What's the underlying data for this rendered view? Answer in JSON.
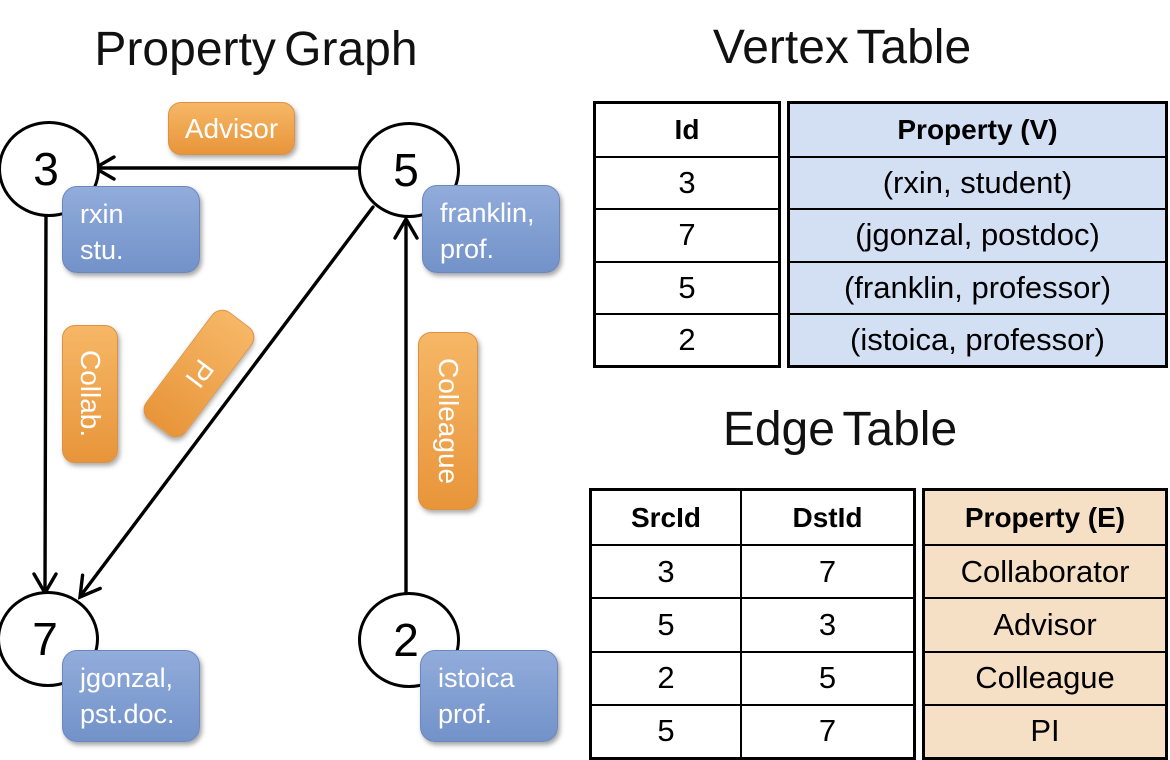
{
  "titles": {
    "graph": "Property Graph",
    "vertex_table": "Vertex Table",
    "edge_table": "Edge Table"
  },
  "graph": {
    "nodes": [
      {
        "id": "3",
        "line1": "rxin",
        "line2": "stu."
      },
      {
        "id": "5",
        "line1": "franklin,",
        "line2": "prof."
      },
      {
        "id": "7",
        "line1": "jgonzal,",
        "line2": "pst.doc."
      },
      {
        "id": "2",
        "line1": "istoica",
        "line2": "prof."
      }
    ],
    "edge_labels": {
      "advisor": "Advisor",
      "collaborator": "Collab.",
      "pi": "PI",
      "colleague": "Colleague"
    }
  },
  "vertex_table": {
    "columns": [
      "Id",
      "Property (V)"
    ],
    "rows": [
      [
        "3",
        "(rxin, student)"
      ],
      [
        "7",
        "(jgonzal, postdoc)"
      ],
      [
        "5",
        "(franklin, professor)"
      ],
      [
        "2",
        "(istoica, professor)"
      ]
    ]
  },
  "edge_table": {
    "columns": [
      "SrcId",
      "DstId",
      "Property (E)"
    ],
    "rows": [
      [
        "3",
        "7",
        "Collaborator"
      ],
      [
        "5",
        "3",
        "Advisor"
      ],
      [
        "2",
        "5",
        "Colleague"
      ],
      [
        "5",
        "7",
        "PI"
      ]
    ]
  },
  "colors": {
    "edge_label_orange": "#ee9d3f",
    "node_prop_blue": "#7b97cd",
    "vertex_property_fill": "#d3dff3",
    "edge_property_fill": "#f6e0c5",
    "line_black": "#000000"
  }
}
